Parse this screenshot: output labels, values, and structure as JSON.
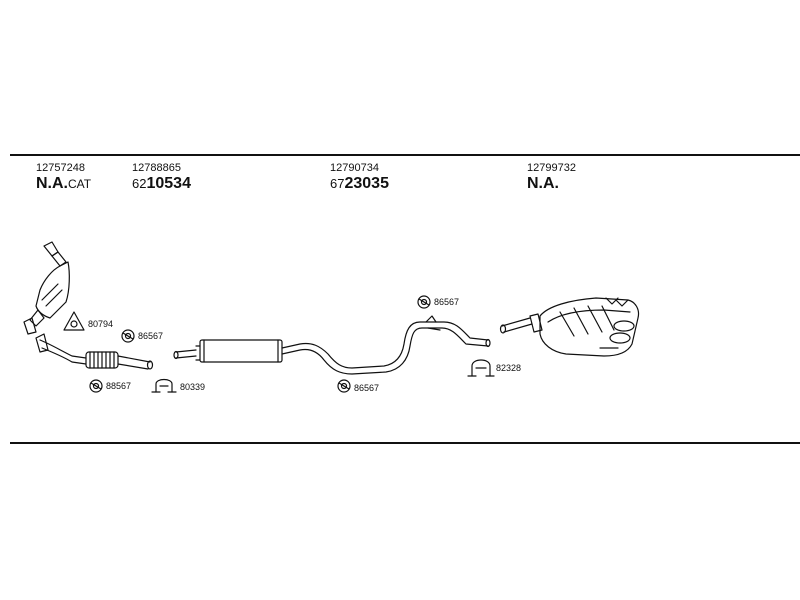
{
  "columns": [
    {
      "part_number": "12757248",
      "code_main": "N.A.",
      "code_prefix": "",
      "code_suffix": "CAT"
    },
    {
      "part_number": "12788865",
      "code_main": "10534",
      "code_prefix": "62",
      "code_suffix": ""
    },
    {
      "part_number": "12790734",
      "code_main": "23035",
      "code_prefix": "67",
      "code_suffix": ""
    },
    {
      "part_number": "12799732",
      "code_main": "N.A.",
      "code_prefix": "",
      "code_suffix": ""
    }
  ],
  "parts": {
    "gasket_1": "80794",
    "clamp_ring_1": "86567",
    "clamp_ring_2": "88567",
    "u_clamp_1": "80339",
    "clamp_ring_3": "86567",
    "clamp_ring_4": "86567",
    "u_clamp_2": "82328"
  },
  "colors": {
    "line": "#111111",
    "background": "#ffffff"
  }
}
